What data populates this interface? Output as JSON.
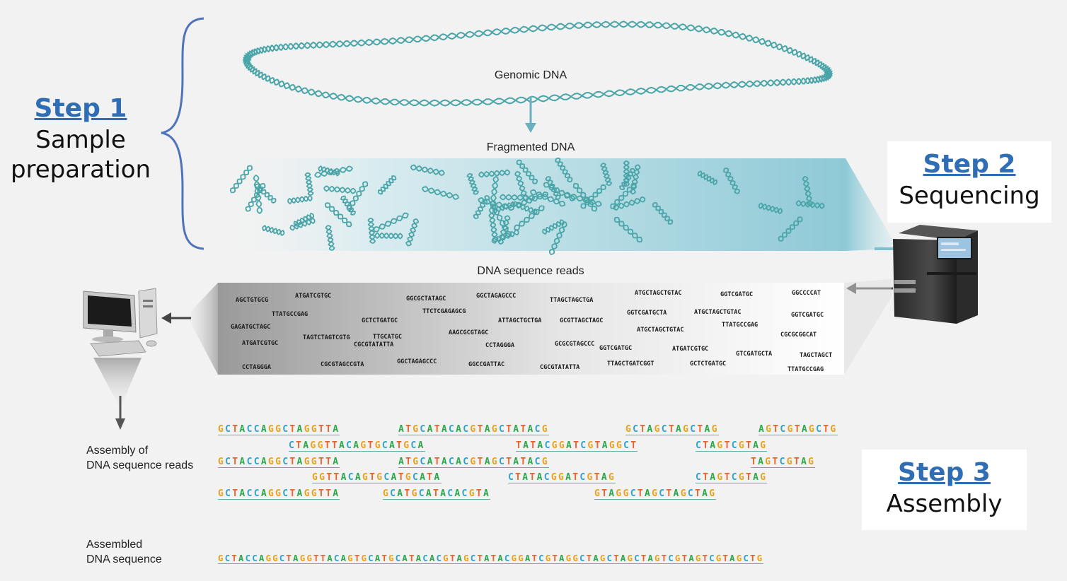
{
  "steps": {
    "step1": {
      "title": "Step 1",
      "desc": [
        "Sample",
        "preparation"
      ]
    },
    "step2": {
      "title": "Step 2",
      "desc": "Sequencing"
    },
    "step3": {
      "title": "Step 3",
      "desc": "Assembly"
    }
  },
  "labels": {
    "genomic": "Genomic DNA",
    "fragmented": "Fragmented DNA",
    "reads": "DNA sequence reads",
    "assembly": [
      "Assembly of",
      "DNA sequence reads"
    ],
    "assembled": [
      "Assembled",
      "DNA sequence"
    ]
  },
  "colors": {
    "A": "#2aa84a",
    "T": "#e8632b",
    "G": "#e8a11c",
    "C": "#2ea3c7",
    "step": "#2f6db5",
    "brace": "#4f73b9",
    "dna": "#4aa5a8"
  },
  "reads": [
    "AGCTGTGCG",
    "ATGATCGTGC",
    "GGCGCTATAGC",
    "GGCTAGAGCCC",
    "TTAGCTAGCTGA",
    "ATGCTAGCTGTAC",
    "GGTCGATGC",
    "GGCCCCAT",
    "TTATGCCGAG",
    "GCTCTGATGC",
    "TTCTCGAGAGCG",
    "ATTAGCTGCTGA",
    "GCGTTAGCTAGC",
    "GGTCGATGCTA",
    "ATGCTAGCTGTAC",
    "GGTCGATGC",
    "GAGATGCTAGC",
    "TTATGCCGAG",
    "ATGCTAGCTGTAC",
    "TAGTCTAGTCGTG",
    "TTGCATGC",
    "AAGCGCGTAGC",
    "ATGATCGTGC",
    "CGCGTATATTA",
    "CCTAGGGA",
    "GCGCGTAGCCC",
    "GGTCGATGC",
    "ATGATCGTGC",
    "GTCGATGCTA",
    "CGCGCGGCAT",
    "TAGCTAGCT",
    "CCTAGGGA",
    "CGCGTAGCCGTA",
    "GGCTAGAGCCC",
    "GGCCGATTAC",
    "CGCGTATATTA",
    "TTAGCTGATCGGT",
    "GCTCTGATGC",
    "TTATGCCGAG",
    "TTGCATGC"
  ],
  "assembly_rows": [
    [
      "GCTACCAGGCTAGGTTA",
      "ATGCATACACGTAGCTATACG",
      "GCTAGCTAGCTAG",
      "AGTCGTAGCTG"
    ],
    [
      "CTAGGTTACAGTGCATGCA",
      "TATACGGATCGTAGGCT",
      "CTAGTCGTAG"
    ],
    [
      "GCTACCAGGCTAGGTTA",
      "ATGCATACACGTAGCTATACG",
      "TAGTCGTAG"
    ],
    [
      "GGTTACAGTGCATGCATA",
      "CTATACGGATCGTAG",
      "CTAGTCGTAG"
    ],
    [
      "GCTACCAGGCTAGGTTA",
      "GCATGCATACACGTA",
      "GTAGGCTAGCTAGCTAG"
    ]
  ],
  "assembled_sequence": "GCTACCAGGCTAGGTTACAGTGCATGCATACACGTAGCTATACGGATCGTAGGCTAGCTAGCTAGTCGTAGTCGTAGCTG"
}
